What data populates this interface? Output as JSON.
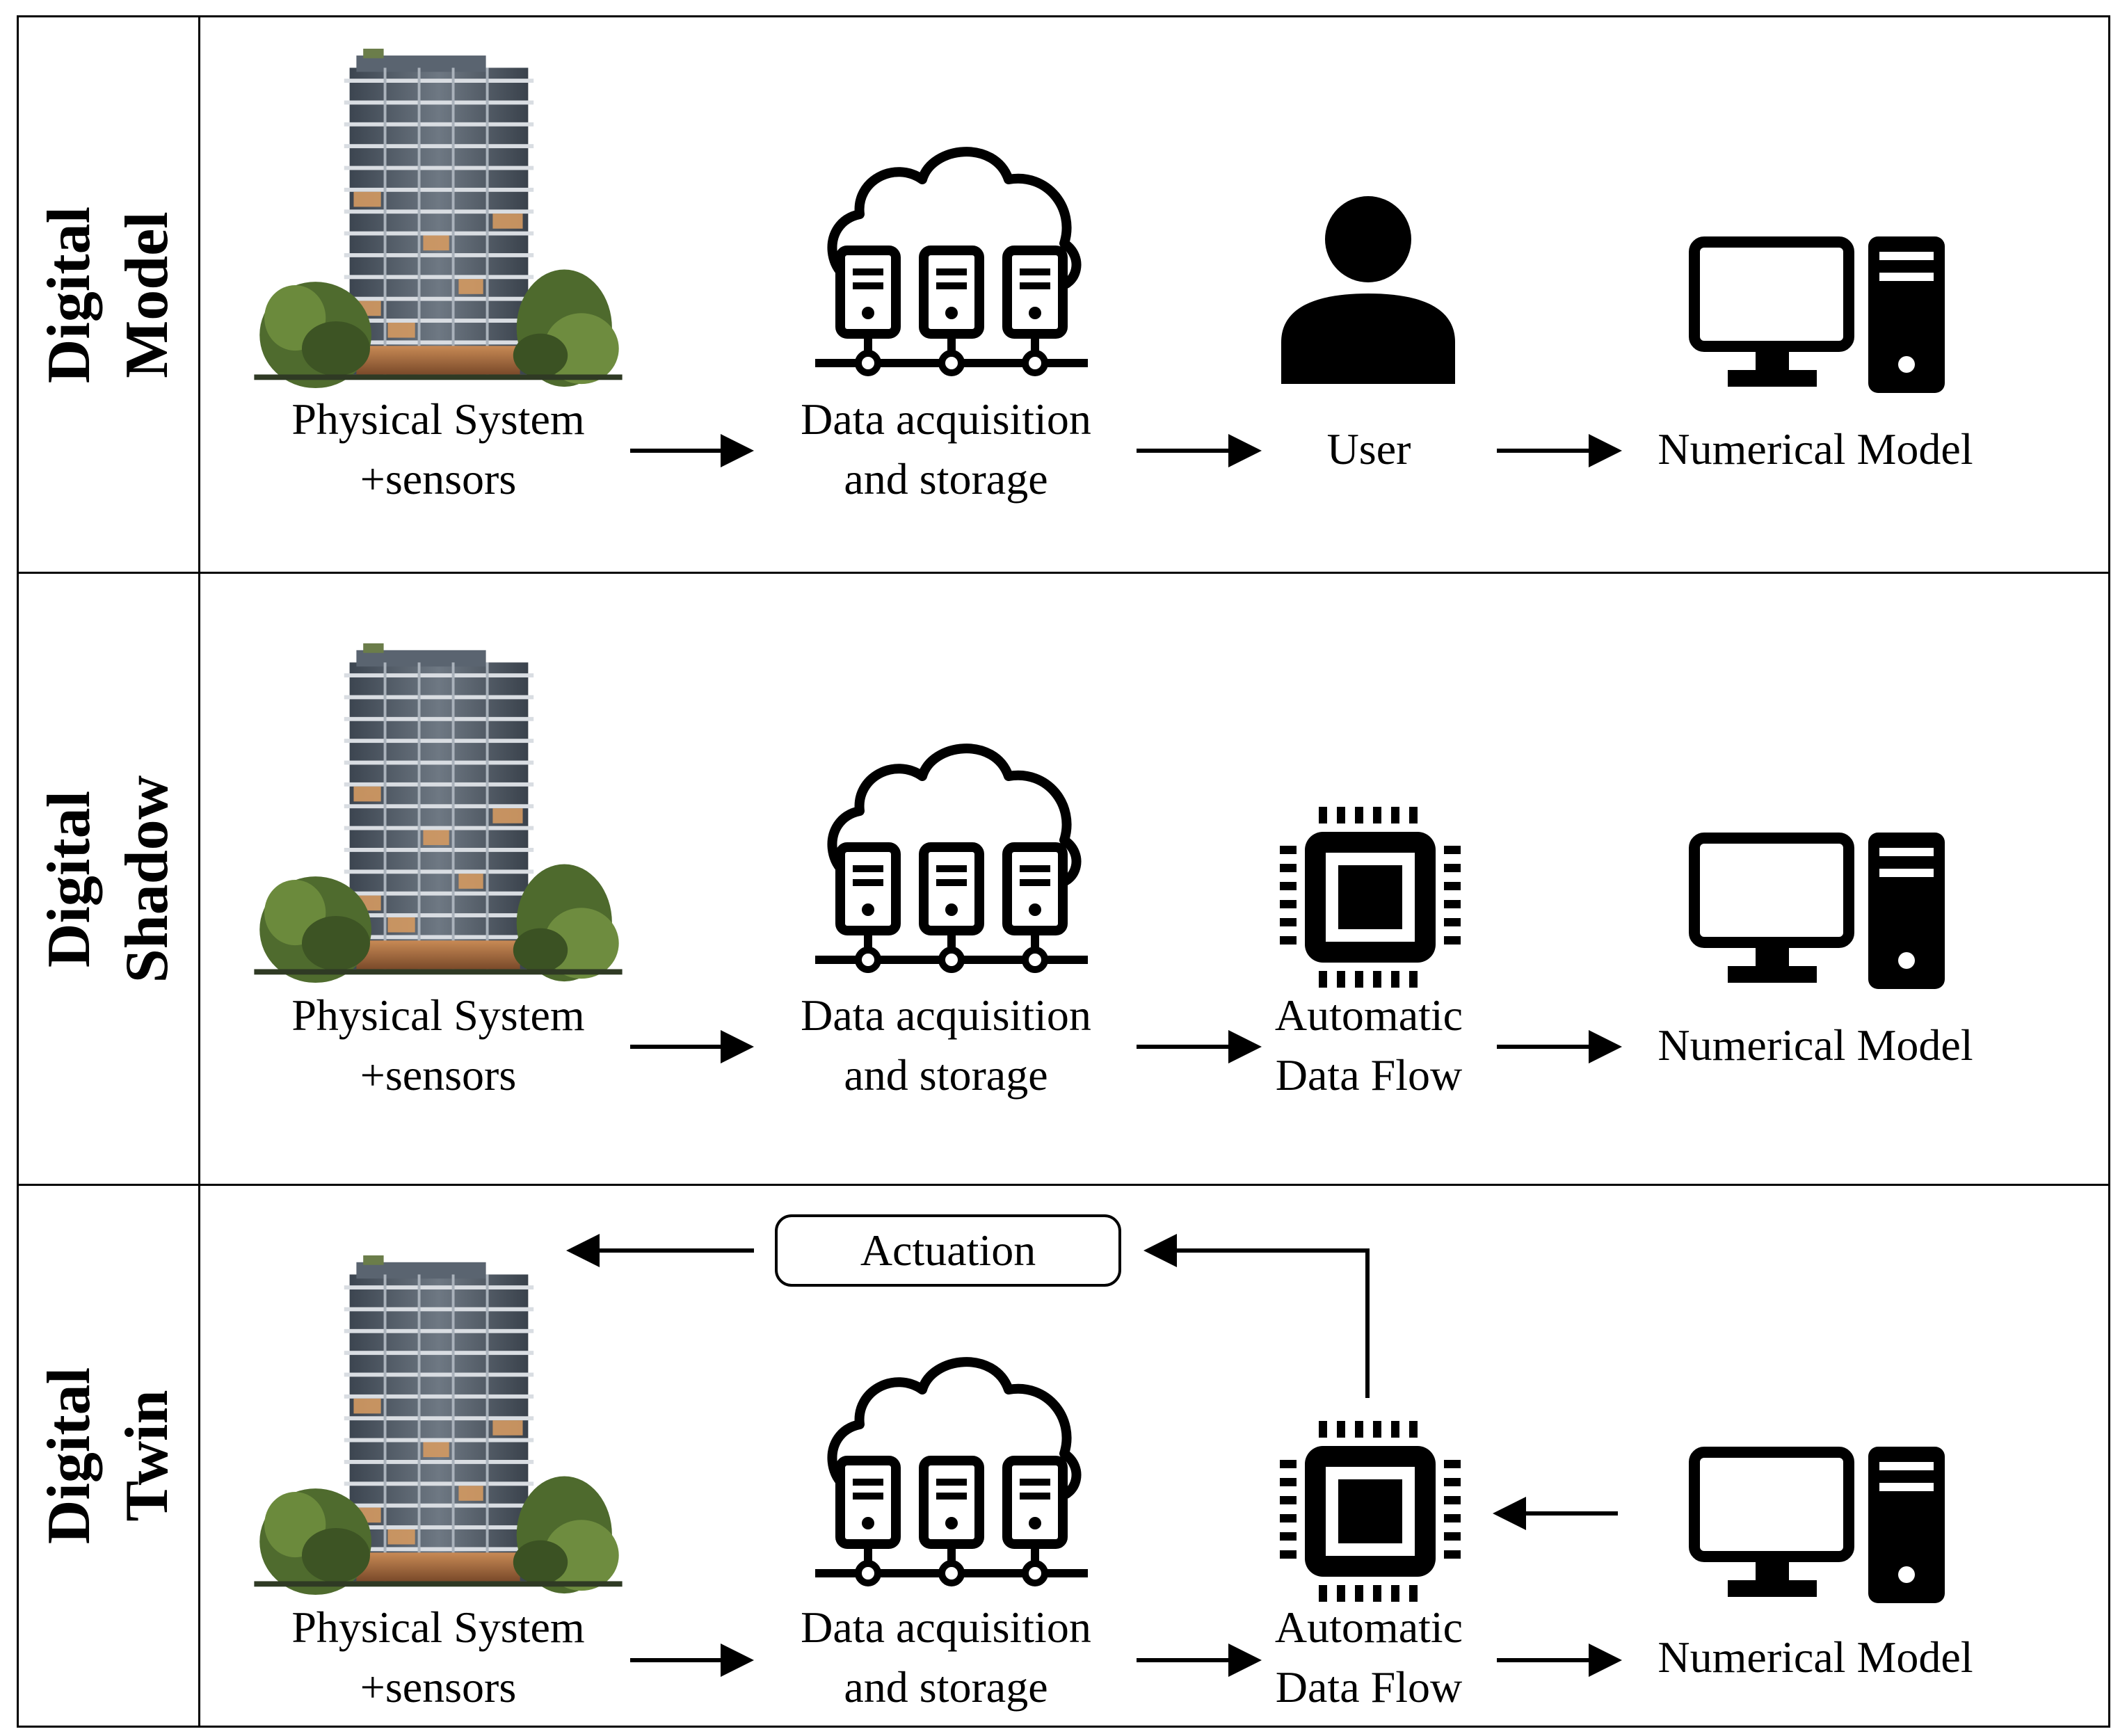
{
  "rows": [
    {
      "title_line1": "Digital",
      "title_line2": "Model",
      "building": {
        "caption_line1": "Physical  System",
        "caption_line2": "+sensors"
      },
      "storage": {
        "caption_line1": "Data acquisition",
        "caption_line2": "and storage"
      },
      "third": {
        "icon": "user-icon",
        "caption_line1": "User",
        "caption_line2": ""
      },
      "model": {
        "caption": "Numerical  Model"
      }
    },
    {
      "title_line1": "Digital",
      "title_line2": "Shadow",
      "building": {
        "caption_line1": "Physical  System",
        "caption_line2": "+sensors"
      },
      "storage": {
        "caption_line1": "Data acquisition",
        "caption_line2": "and storage"
      },
      "third": {
        "icon": "chip-icon",
        "caption_line1": "Automatic",
        "caption_line2": "Data Flow"
      },
      "model": {
        "caption": "Numerical  Model"
      }
    },
    {
      "title_line1": "Digital",
      "title_line2": "Twin",
      "building": {
        "caption_line1": "Physical  System",
        "caption_line2": "+sensors"
      },
      "storage": {
        "caption_line1": "Data acquisition",
        "caption_line2": "and storage"
      },
      "third": {
        "icon": "chip-icon",
        "caption_line1": "Automatic",
        "caption_line2": "Data Flow"
      },
      "model": {
        "caption": "Numerical  Model"
      },
      "feedback": {
        "label": "Actuation"
      }
    }
  ],
  "icons": {
    "building": "building-illustration",
    "storage": "cloud-server-icon",
    "user": "user-icon",
    "chip": "chip-icon",
    "computer": "desktop-computer-icon",
    "arrow": "arrow-icon"
  },
  "colors": {
    "ink": "#000000",
    "background": "#ffffff"
  }
}
